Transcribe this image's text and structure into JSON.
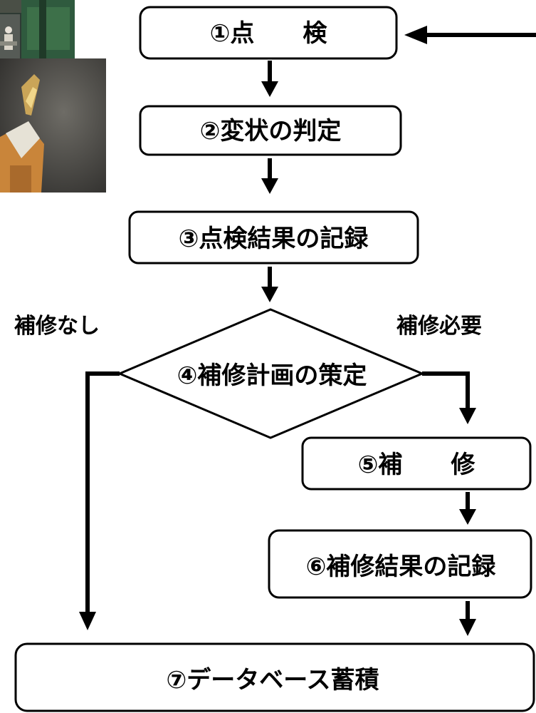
{
  "flowchart": {
    "step1": "①点　　検",
    "step2": "②変状の判定",
    "step3": "③点検結果の記録",
    "step4": "④補修計画の策定",
    "step5": "⑤補　　修",
    "step6": "⑥補修結果の記録",
    "step7": "⑦データベース蓄積",
    "branch_no_repair": "補修なし",
    "branch_repair_needed": "補修必要"
  },
  "photos": {
    "top": "inspection-workers-photo",
    "bottom": "hammer-tapping-inspection-photo"
  },
  "colors": {
    "line": "#000000",
    "box_fill": "#ffffff"
  }
}
